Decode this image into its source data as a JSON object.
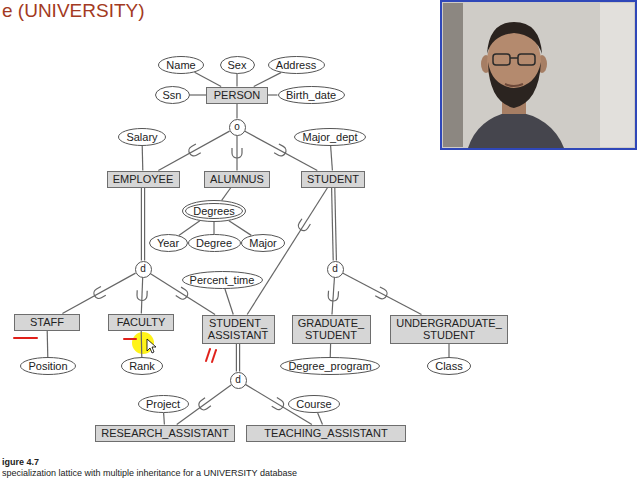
{
  "diagram": {
    "title": "e (UNIVERSITY)",
    "caption": "igure 4.7",
    "nodes": [
      {
        "text": [
          "Name"
        ]
      },
      {
        "text": [
          "Sex"
        ]
      },
      {
        "text": [
          "Address"
        ]
      },
      {
        "text": [
          "Ssn"
        ]
      },
      {
        "text": [
          "PERSON"
        ]
      },
      {
        "text": [
          "Birth_date"
        ]
      },
      {
        "text": [
          "o"
        ]
      },
      {
        "text": [
          "Salary"
        ]
      },
      {
        "text": [
          "Major_dept"
        ]
      },
      {
        "text": [
          "EMPLOYEE"
        ]
      },
      {
        "text": [
          "ALUMNUS"
        ]
      },
      {
        "text": [
          "STUDENT"
        ]
      },
      {
        "text": [
          "Degrees"
        ]
      },
      {
        "text": [
          "Year"
        ]
      },
      {
        "text": [
          "Degree"
        ]
      },
      {
        "text": [
          "Major"
        ]
      },
      {
        "text": [
          "d"
        ]
      },
      {
        "text": [
          "Percent_time"
        ]
      },
      {
        "text": [
          "d"
        ]
      },
      {
        "text": [
          "STAFF"
        ]
      },
      {
        "text": [
          "FACULTY"
        ]
      },
      {
        "text": [
          "STUDENT_ ASSISTANT"
        ]
      },
      {
        "text": [
          "GRADUATE_ STUDENT"
        ]
      },
      {
        "text": [
          "UNDERGRADUATE_ STUDENT"
        ]
      },
      {
        "text": [
          "Position"
        ]
      },
      {
        "text": [
          "Rank"
        ]
      },
      {
        "text": [
          "Degree_program"
        ]
      },
      {
        "text": [
          "Class"
        ]
      },
      {
        "text": [
          "d"
        ]
      },
      {
        "text": [
          "Project"
        ]
      },
      {
        "text": [
          "Course"
        ]
      },
      {
        "text": [
          "RESEARCH_ASSISTANT"
        ]
      },
      {
        "text": [
          "TEACHING_ASSISTANT"
        ]
      }
    ],
    "edges": [
      {
        "from": 0,
        "to": 4,
        "arrow": "none"
      },
      {
        "from": 1,
        "to": 4,
        "arrow": "none"
      },
      {
        "from": 2,
        "to": 4,
        "arrow": "none"
      },
      {
        "from": 3,
        "to": 4,
        "arrow": "none"
      },
      {
        "from": 5,
        "to": 4,
        "arrow": "none"
      },
      {
        "from": 4,
        "to": 6,
        "arrow": "none"
      },
      {
        "from": 6,
        "to": 9,
        "arrow": "none"
      },
      {
        "from": 6,
        "to": 10,
        "arrow": "none"
      },
      {
        "from": 6,
        "to": 11,
        "arrow": "none"
      },
      {
        "from": 7,
        "to": 9,
        "arrow": "none"
      },
      {
        "from": 8,
        "to": 11,
        "arrow": "none"
      },
      {
        "from": 10,
        "to": 12,
        "arrow": "none"
      },
      {
        "from": 12,
        "to": 13,
        "arrow": "none"
      },
      {
        "from": 12,
        "to": 14,
        "arrow": "none"
      },
      {
        "from": 12,
        "to": 15,
        "arrow": "none"
      },
      {
        "from": 9,
        "to": 16,
        "arrow": "none"
      },
      {
        "from": 16,
        "to": 19,
        "arrow": "none"
      },
      {
        "from": 16,
        "to": 20,
        "arrow": "none"
      },
      {
        "from": 16,
        "to": 21,
        "arrow": "none"
      },
      {
        "from": 11,
        "to": 21,
        "arrow": "none"
      },
      {
        "from": 11,
        "to": 18,
        "arrow": "none"
      },
      {
        "from": 18,
        "to": 22,
        "arrow": "none"
      },
      {
        "from": 18,
        "to": 23,
        "arrow": "none"
      },
      {
        "from": 17,
        "to": 21,
        "arrow": "none"
      },
      {
        "from": 19,
        "to": 24,
        "arrow": "none"
      },
      {
        "from": 20,
        "to": 25,
        "arrow": "none"
      },
      {
        "from": 22,
        "to": 26,
        "arrow": "none"
      },
      {
        "from": 23,
        "to": 27,
        "arrow": "none"
      },
      {
        "from": 21,
        "to": 28,
        "arrow": "none"
      },
      {
        "from": 28,
        "to": 31,
        "arrow": "none"
      },
      {
        "from": 28,
        "to": 32,
        "arrow": "none"
      },
      {
        "from": 29,
        "to": 31,
        "arrow": "none"
      },
      {
        "from": 30,
        "to": 32,
        "arrow": "none"
      }
    ],
    "labels": [
      "specialization lattice with multiple inheritance for a UNIVERSITY database"
    ]
  }
}
